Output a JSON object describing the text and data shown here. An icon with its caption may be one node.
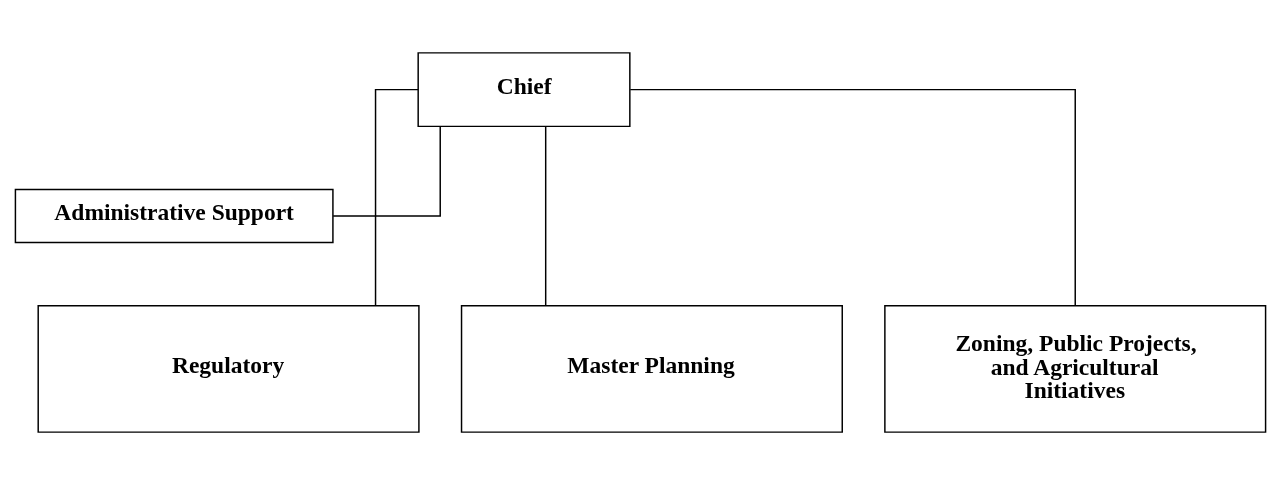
{
  "diagram": {
    "nodes": [
      {
        "text": [
          "Chief"
        ]
      },
      {
        "text": [
          "Administrative Support"
        ]
      },
      {
        "text": [
          "Regulatory"
        ]
      },
      {
        "text": [
          "Master Planning"
        ]
      },
      {
        "text": [
          "Zoning, Public Projects, and Agricultural Initiatives"
        ]
      }
    ],
    "edges": [
      {
        "from": 0,
        "to": 1,
        "arrow": "none"
      },
      {
        "from": 0,
        "to": 2,
        "arrow": "none"
      },
      {
        "from": 0,
        "to": 3,
        "arrow": "none"
      },
      {
        "from": 0,
        "to": 4,
        "arrow": "none"
      }
    ]
  }
}
